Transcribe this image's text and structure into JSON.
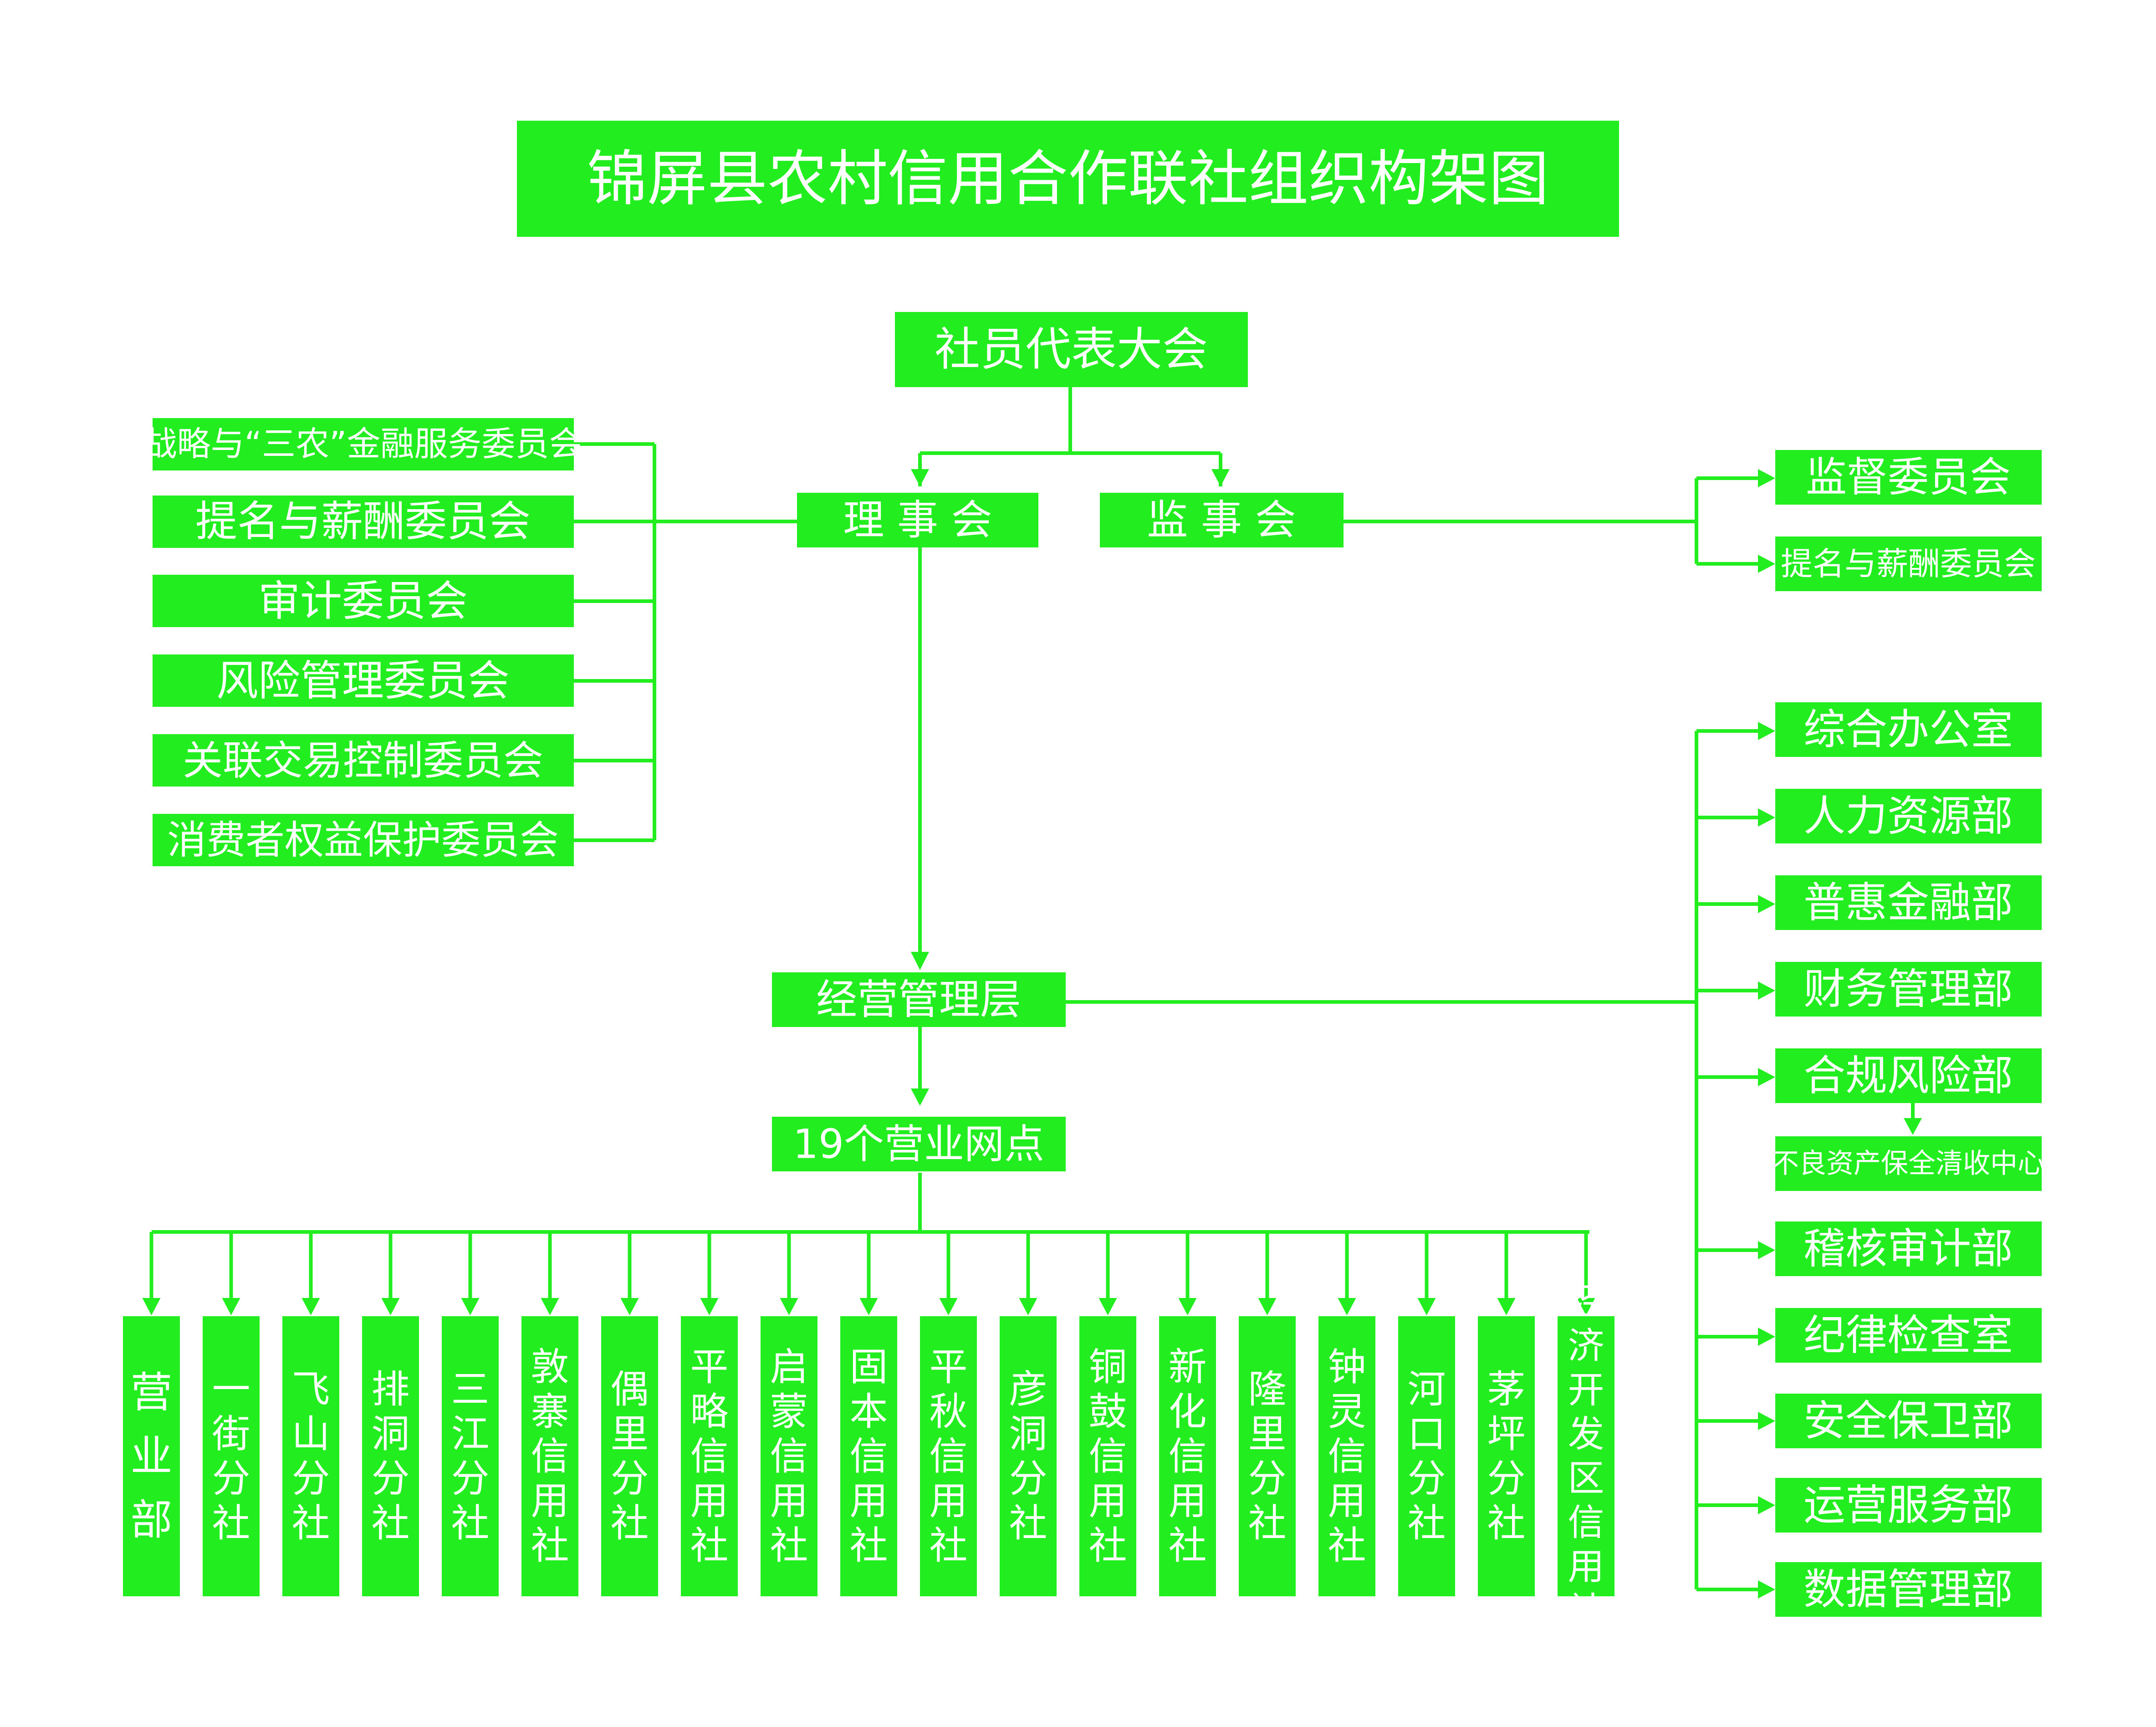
{
  "title": "锦屏县农村信用合作联社组织构架图",
  "colors": {
    "box": "#22ee1f",
    "text": "#ffffff",
    "line": "#22ee1f"
  },
  "top": "社员代表大会",
  "board": "理 事 会",
  "supervisors": "监 事 会",
  "board_committees": [
    "战略与“三农”金融服务委员会",
    "提名与薪酬委员会",
    "审计委员会",
    "风险管理委员会",
    "关联交易控制委员会",
    "消费者权益保护委员会"
  ],
  "supervisor_committees": [
    "监督委员会",
    "提名与薪酬委员会"
  ],
  "management": "经营管理层",
  "departments": [
    "综合办公室",
    "人力资源部",
    "普惠金融部",
    "财务管理部",
    "合规风险部",
    "稽核审计部",
    "纪律检查室",
    "安全保卫部",
    "运营服务部",
    "数据管理部"
  ],
  "sub_center": "不良资产保全清收中心",
  "outlets_title": "19个营业网点",
  "outlets": [
    "营业部",
    "一街分社",
    "飞山分社",
    "排洞分社",
    "三江分社",
    "敦寨信用社",
    "偶里分社",
    "平略信用社",
    "启蒙信用社",
    "固本信用社",
    "平秋信用社",
    "彦洞分社",
    "铜鼓信用社",
    "新化信用社",
    "隆里分社",
    "钟灵信用社",
    "河口分社",
    "茅坪分社",
    "经济开发区信用社"
  ]
}
